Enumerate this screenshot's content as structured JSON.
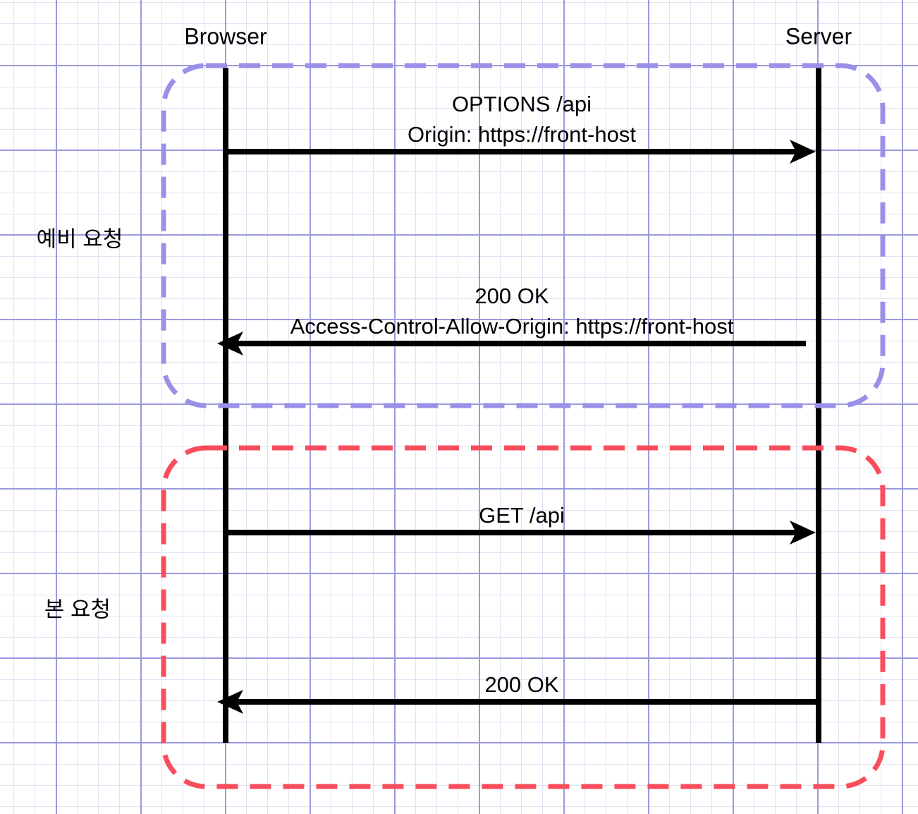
{
  "diagram": {
    "actors": [
      {
        "name": "Browser"
      },
      {
        "name": "Server"
      }
    ],
    "groups": [
      {
        "label": "예비 요청",
        "color": "#9a90e8"
      },
      {
        "label": "본 요청",
        "color": "#f94d5c"
      }
    ],
    "messages": [
      {
        "from": "Browser",
        "to": "Server",
        "direction": "right",
        "lines": [
          "OPTIONS /api",
          "Origin: https://front-host"
        ]
      },
      {
        "from": "Server",
        "to": "Browser",
        "direction": "left",
        "lines": [
          "200 OK",
          "Access-Control-Allow-Origin: https://front-host"
        ]
      },
      {
        "from": "Browser",
        "to": "Server",
        "direction": "right",
        "lines": [
          "GET /api"
        ]
      },
      {
        "from": "Server",
        "to": "Browser",
        "direction": "left",
        "lines": [
          "200 OK"
        ]
      }
    ],
    "colors": {
      "lifeline": "#000000",
      "arrow": "#000000",
      "text": "#000000",
      "grid_minor": "#e2e2f4",
      "grid_major": "#9a9ade",
      "background": "#ffffff"
    }
  }
}
